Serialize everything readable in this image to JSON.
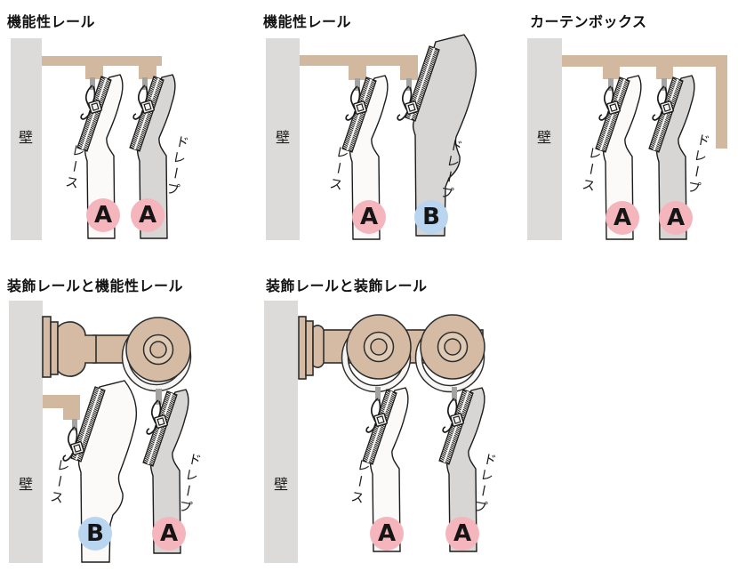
{
  "colors": {
    "background": "#ffffff",
    "wall": "#dcdbd9",
    "functional_rail_tan": "#d2b89e",
    "decorative_rail_tan": "#d5bba4",
    "lace_fabric": "#fbfaf8",
    "drape_fabric": "#d7d6d4",
    "outline": "#1c1c1c",
    "marker_pink": "#f4b6bc",
    "marker_blue": "#b9d5ef"
  },
  "panels": [
    {
      "title": "機能性レール",
      "wall_label": "壁",
      "lace_label": "レース",
      "drape_label": "ドレープ",
      "markers": [
        {
          "letter": "A",
          "color": "pink"
        },
        {
          "letter": "A",
          "color": "pink"
        }
      ]
    },
    {
      "title": "機能性レール",
      "wall_label": "壁",
      "lace_label": "レース",
      "drape_label": "ドレープ",
      "markers": [
        {
          "letter": "A",
          "color": "pink"
        },
        {
          "letter": "B",
          "color": "blue"
        }
      ]
    },
    {
      "title": "カーテンボックス",
      "wall_label": "壁",
      "lace_label": "レース",
      "drape_label": "ドレープ",
      "markers": [
        {
          "letter": "A",
          "color": "pink"
        },
        {
          "letter": "A",
          "color": "pink"
        }
      ]
    },
    {
      "title": "装飾レールと機能性レール",
      "wall_label": "壁",
      "lace_label": "レース",
      "drape_label": "ドレープ",
      "markers": [
        {
          "letter": "B",
          "color": "blue"
        },
        {
          "letter": "A",
          "color": "pink"
        }
      ]
    },
    {
      "title": "装飾レールと装飾レール",
      "wall_label": "壁",
      "lace_label": "レース",
      "drape_label": "ドレープ",
      "markers": [
        {
          "letter": "A",
          "color": "pink"
        },
        {
          "letter": "A",
          "color": "pink"
        }
      ]
    }
  ]
}
